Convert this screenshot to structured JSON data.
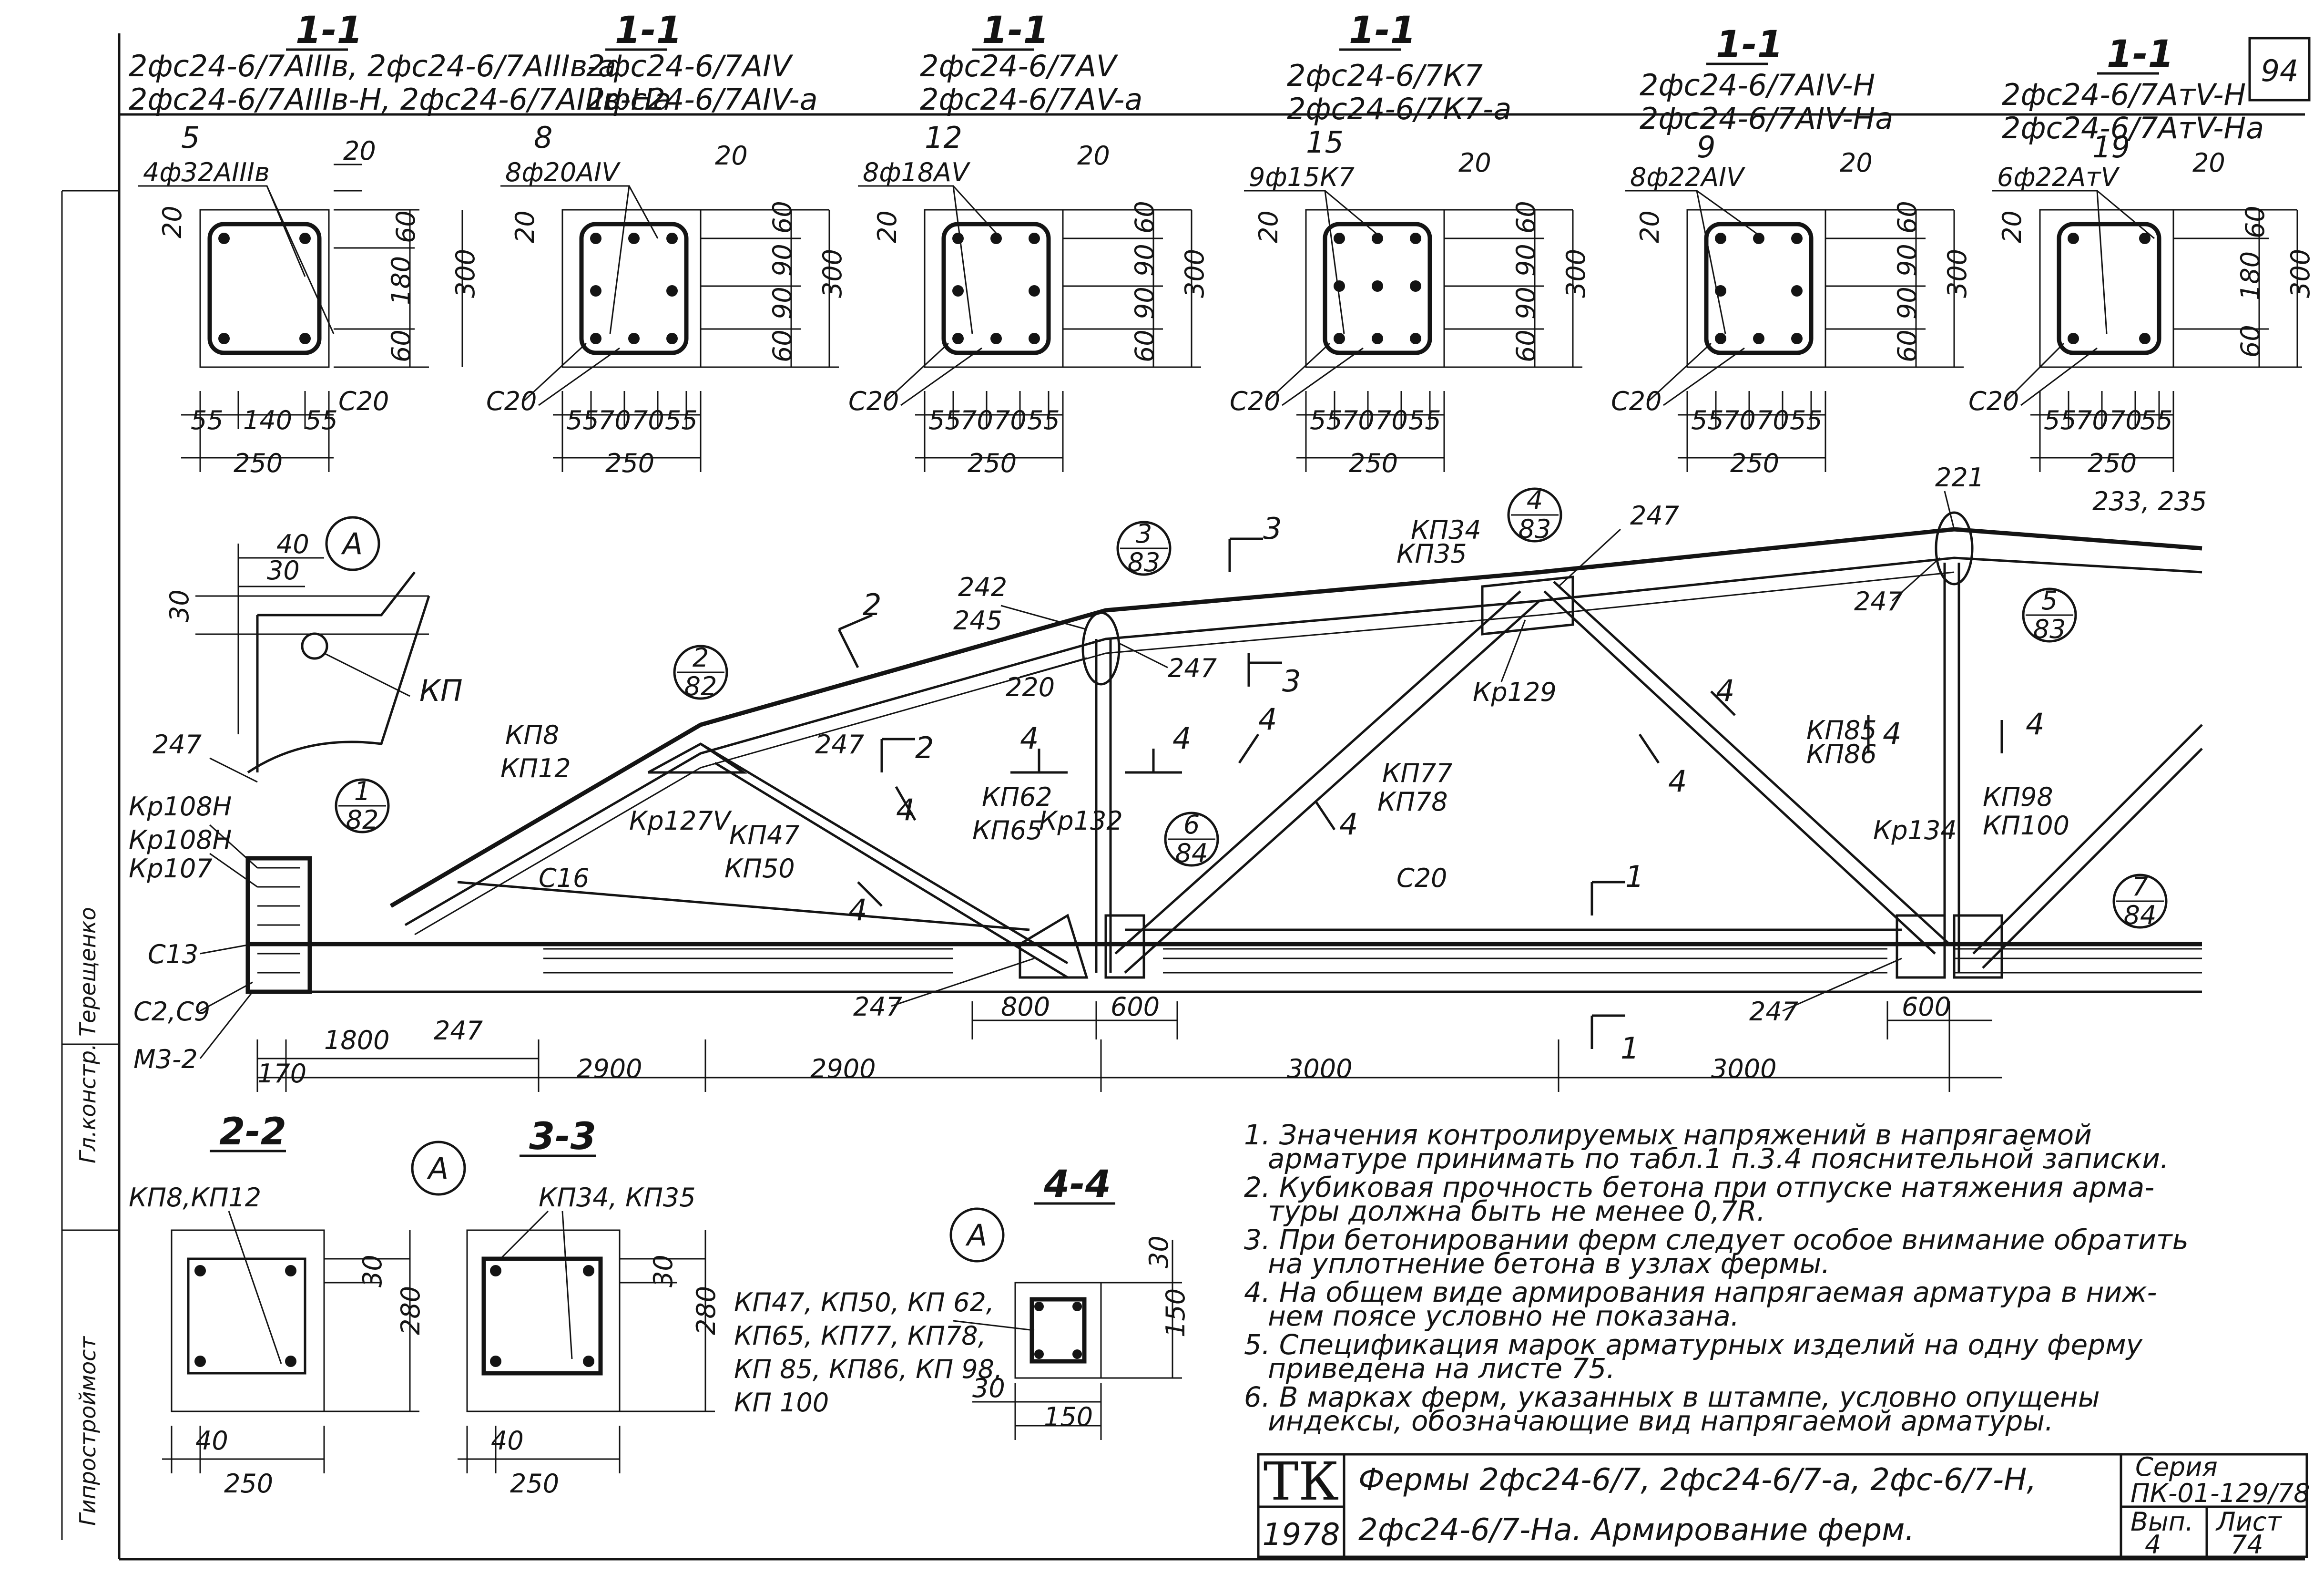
{
  "sheet": {
    "number": "94",
    "colors": {
      "ink": "#141414",
      "paper": "#ffffff"
    }
  },
  "sections_top": [
    {
      "title": "1-1",
      "marks": [
        "2фс24-6/7АIIIв, 2фс24-6/7АIIIв-а",
        "2фс24-6/7АIIIв-Н, 2фс24-6/7АIIIв-На"
      ],
      "bar_count": "5",
      "bar_spec": "4ф32АIIIв",
      "top_dim": "20",
      "side_dim": "20",
      "vdims": [
        "60",
        "180",
        "60"
      ],
      "total_h": "300",
      "hdims": [
        "55",
        "140",
        "55"
      ],
      "width": "250",
      "clip": "С20"
    },
    {
      "title": "1-1",
      "marks": [
        "2фс24-6/7АIV",
        "2фс24-6/7АIV-а"
      ],
      "bar_count": "8",
      "bar_spec": "8ф20АIV",
      "top_dim": "20",
      "side_dim": "20",
      "vdims": [
        "60",
        "90",
        "90",
        "60"
      ],
      "total_h": "300",
      "hdims": [
        "55",
        "70",
        "70",
        "55"
      ],
      "width": "250",
      "clip": "С20"
    },
    {
      "title": "1-1",
      "marks": [
        "2фс24-6/7АV",
        "2фс24-6/7АV-а"
      ],
      "bar_count": "12",
      "bar_spec": "8ф18АV",
      "top_dim": "20",
      "side_dim": "20",
      "vdims": [
        "60",
        "90",
        "90",
        "60"
      ],
      "total_h": "300",
      "hdims": [
        "55",
        "70",
        "70",
        "55"
      ],
      "width": "250",
      "clip": "С20"
    },
    {
      "title": "1-1",
      "marks": [
        "2фс24-6/7К7",
        "2фс24-6/7К7-а"
      ],
      "bar_count": "15",
      "bar_spec": "9ф15К7",
      "top_dim": "20",
      "side_dim": "20",
      "vdims": [
        "60",
        "90",
        "90",
        "60"
      ],
      "total_h": "300",
      "hdims": [
        "55",
        "70",
        "70",
        "55"
      ],
      "width": "250",
      "clip": "С20"
    },
    {
      "title": "1-1",
      "marks": [
        "2фс24-6/7АIV-Н",
        "2фс24-6/7АIV-На"
      ],
      "bar_count": "9",
      "bar_spec": "8ф22АIV",
      "top_dim": "20",
      "side_dim": "20",
      "vdims": [
        "60",
        "90",
        "90",
        "60"
      ],
      "total_h": "300",
      "hdims": [
        "55",
        "70",
        "70",
        "55"
      ],
      "width": "250",
      "clip": "С20"
    },
    {
      "title": "1-1",
      "marks": [
        "2фс24-6/7АтV-Н",
        "2фс24-6/7АтV-На"
      ],
      "bar_count": "19",
      "bar_spec": "6ф22АтV",
      "top_dim": "20",
      "side_dim": "20",
      "vdims": [
        "60",
        "180",
        "60"
      ],
      "total_h": "300",
      "hdims": [
        "55",
        "70",
        "70",
        "55"
      ],
      "width": "250",
      "clip": "С20"
    }
  ],
  "detail_a": {
    "label": "А",
    "dim_40": "40",
    "dim_30": "30",
    "dim_side": "30",
    "kp": "КП"
  },
  "truss": {
    "labels": {
      "kr108": "Кр108Н",
      "kr108b": "Кр108Н",
      "kr107": "Кр107",
      "c247a": "247",
      "c13": "С13",
      "c2": "С2,С9",
      "m3": "М3-2",
      "kp8": "КП8",
      "kp12": "КП12",
      "c16": "С16",
      "kr127": "Кр127V",
      "kp47": "КП47",
      "kp50": "КП50",
      "n242": "242",
      "n245": "245",
      "n220": "220",
      "n247b": "247",
      "n247c": "247",
      "kp62": "КП62",
      "kp65": "КП65",
      "kr132": "Кр132",
      "kp34": "КП34",
      "kp35": "КП35",
      "n247d": "247",
      "kr129": "Кр129",
      "kp77": "КП77",
      "kp78": "КП78",
      "c20": "С20",
      "kp85": "КП85",
      "kp86": "КП86",
      "kr134": "Кр134",
      "kp98": "КП98",
      "kp100": "КП100",
      "n221": "221",
      "n233": "233, 235",
      "n247e": "247",
      "n247f": "247",
      "n247g": "247",
      "n247h": "247"
    },
    "nodes": [
      {
        "num": "1",
        "sheet": "82"
      },
      {
        "num": "2",
        "sheet": "82"
      },
      {
        "num": "3",
        "sheet": "83"
      },
      {
        "num": "4",
        "sheet": "83"
      },
      {
        "num": "5",
        "sheet": "83"
      },
      {
        "num": "6",
        "sheet": "84"
      },
      {
        "num": "7",
        "sheet": "84"
      }
    ],
    "section_marks": [
      "1",
      "1",
      "2",
      "2",
      "3",
      "3",
      "4",
      "4",
      "4",
      "4",
      "4",
      "4",
      "4",
      "4",
      "4",
      "4"
    ],
    "dims": {
      "d1800": "1800",
      "d170": "170",
      "d2900a": "2900",
      "d2900b": "2900",
      "d3000a": "3000",
      "d3000b": "3000",
      "d800": "800",
      "d600a": "600",
      "d600b": "600"
    }
  },
  "sections_bottom": {
    "s22": {
      "title": "2-2",
      "marks": "КП8,КП12",
      "d30": "30",
      "d280": "280",
      "d40": "40",
      "width": "250"
    },
    "s33": {
      "title": "3-3",
      "marks": "КП34, КП35",
      "d30": "30",
      "d280": "280",
      "d40": "40",
      "width": "250"
    },
    "s44": {
      "title": "4-4",
      "marks": [
        "КП47, КП50, КП 62,",
        "КП65, КП77, КП78,",
        "КП 85, КП86, КП 98,",
        "КП 100"
      ],
      "d30": "30",
      "d150v": "150",
      "d30b": "30",
      "d150h": "150"
    },
    "detail_a_mark": "А",
    "detail_a_mark2": "А"
  },
  "notes": [
    "1. Значения контролируемых напряжений в напрягаемой",
    "арматуре принимать по табл.1 п.3.4 пояснительной записки.",
    "2. Кубиковая прочность бетона при отпуске натяжения арма-",
    "туры должна быть не менее 0,7R.",
    "3. При бетонировании ферм следует особое внимание обратить",
    "на уплотнение бетона в узлах фермы.",
    "4. На общем виде армирования напрягаемая арматура в ниж-",
    "нем поясе условно не показана.",
    "5. Спецификация марок арматурных изделий на одну ферму",
    "приведена на листе 75.",
    "6. В марках ферм, указанных в штампе, условно опущены",
    "индексы, обозначающие вид напрягаемой арматуры."
  ],
  "title_block": {
    "org": "ТК",
    "year": "1978",
    "line1": "Фермы 2фс24-6/7, 2фс24-6/7-а, 2фс-6/7-Н,",
    "line2": "2фс24-6/7-На. Армирование ферм.",
    "series_label": "Серия",
    "series": "ПК-01-129/78",
    "issue_label": "Вып.",
    "issue": "4",
    "sheet_label": "Лист",
    "sheet": "74"
  },
  "side_stamp": [
    "Гл.констр. Терещенко",
    "Гипростроймост"
  ]
}
